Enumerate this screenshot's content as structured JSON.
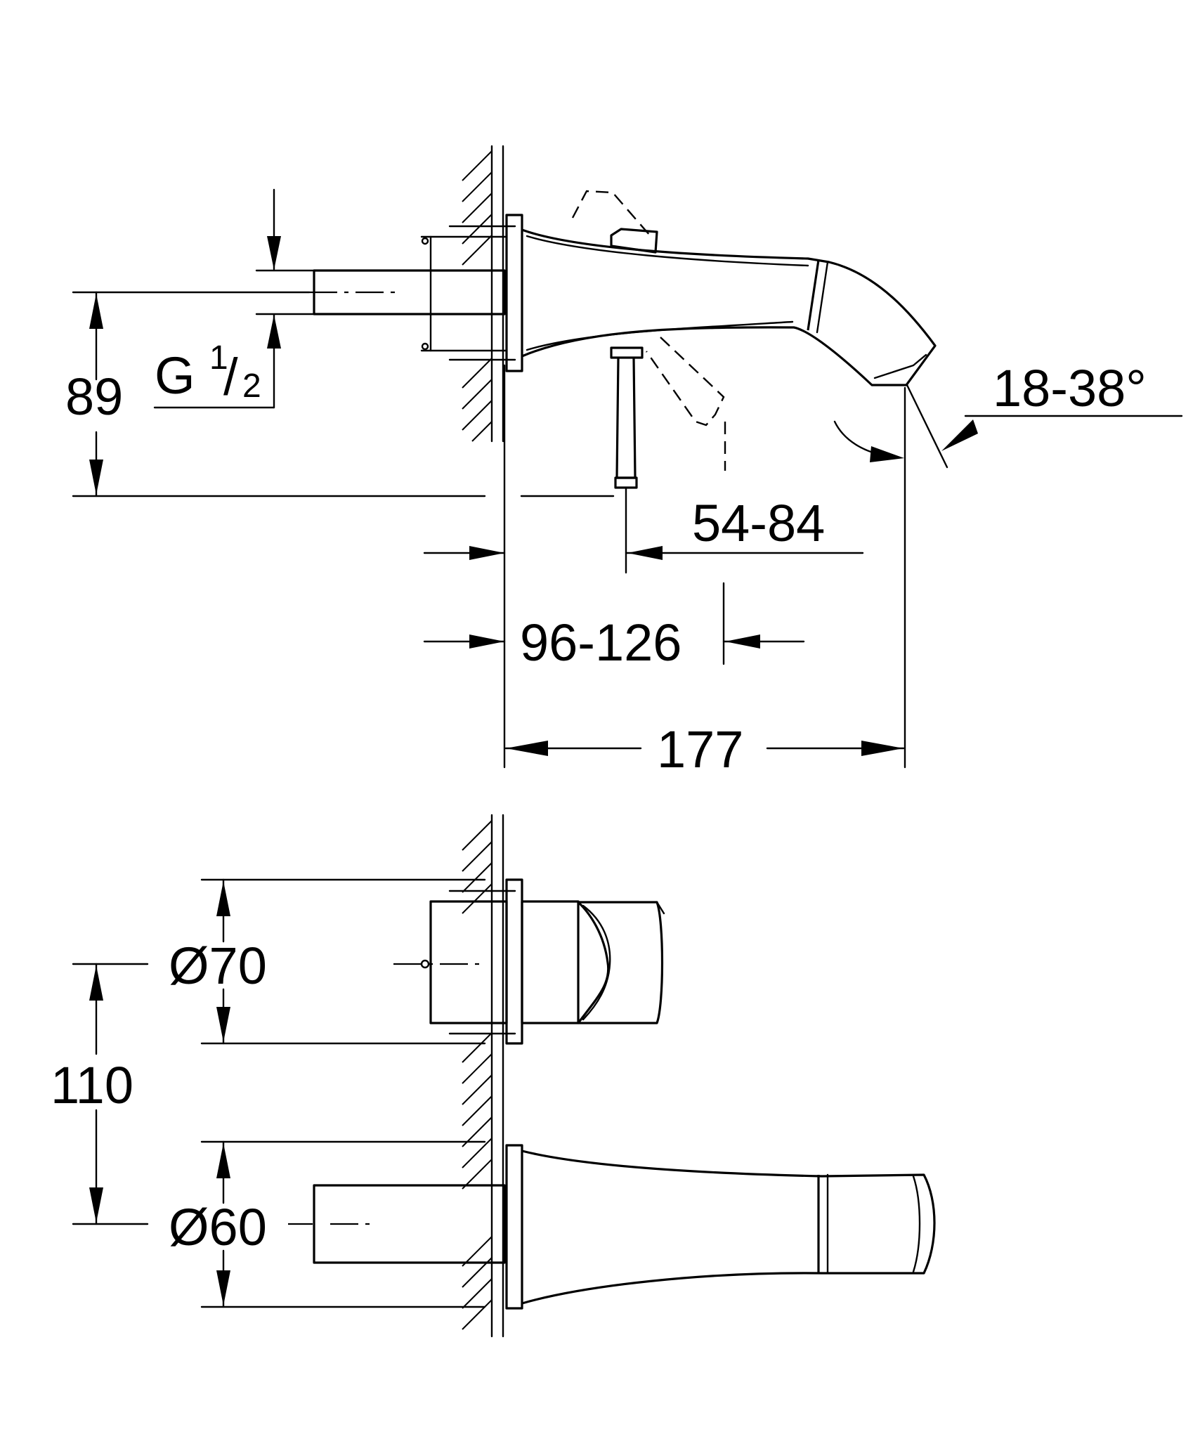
{
  "side_view": {
    "dim_height": "89",
    "thread_main": "G",
    "thread_num": "1",
    "thread_slash": "/",
    "thread_den": "2",
    "dim_angle": "18-38°",
    "dim_lever": "54-84",
    "dim_wall_range": "96-126",
    "dim_projection": "177"
  },
  "front_view": {
    "dim_rosette_upper": "Ø70",
    "dim_spacing": "110",
    "dim_rosette_lower": "Ø60"
  }
}
